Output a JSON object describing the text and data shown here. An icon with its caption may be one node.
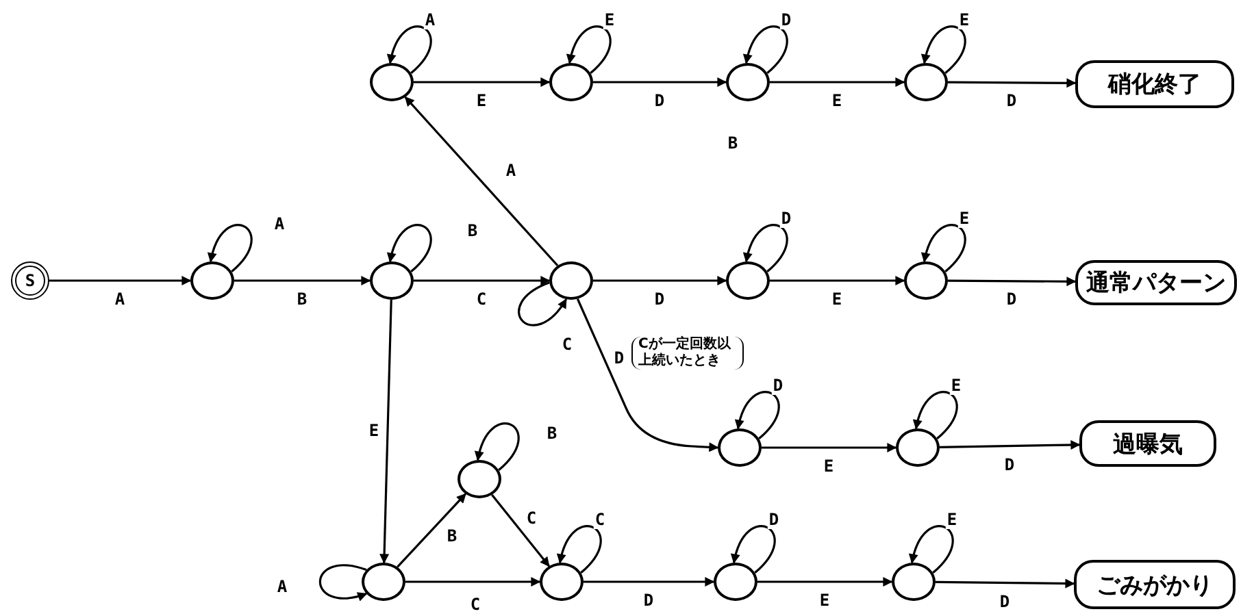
{
  "diagram": {
    "nodes": [
      {
        "text": [
          "S"
        ]
      },
      {
        "text": [],
        "shape": "circle"
      },
      {
        "text": [],
        "shape": "circle"
      },
      {
        "text": [],
        "shape": "circle"
      },
      {
        "text": [],
        "shape": "circle"
      },
      {
        "text": [],
        "shape": "circle"
      },
      {
        "text": [],
        "shape": "circle"
      },
      {
        "text": [],
        "shape": "circle"
      },
      {
        "text": [
          "硝化終了"
        ]
      },
      {
        "text": [],
        "shape": "circle"
      },
      {
        "text": [],
        "shape": "circle"
      },
      {
        "text": [
          "通常パターン"
        ]
      },
      {
        "text": [],
        "shape": "circle"
      },
      {
        "text": [],
        "shape": "circle"
      },
      {
        "text": [
          "過曝気"
        ]
      },
      {
        "text": [],
        "shape": "circle"
      },
      {
        "text": [],
        "shape": "circle"
      },
      {
        "text": [],
        "shape": "circle"
      },
      {
        "text": [],
        "shape": "circle"
      },
      {
        "text": [],
        "shape": "circle"
      },
      {
        "text": [
          "ごみがかり"
        ]
      }
    ],
    "edges": [
      {
        "from": 0,
        "to": 1,
        "arrow": "to",
        "label": "A"
      },
      {
        "from": 1,
        "to": 1,
        "arrow": "to",
        "label": "A"
      },
      {
        "from": 1,
        "to": 2,
        "arrow": "to",
        "label": "B"
      },
      {
        "from": 2,
        "to": 2,
        "arrow": "to",
        "label": "B"
      },
      {
        "from": 2,
        "to": 3,
        "arrow": "to",
        "label": "C"
      },
      {
        "from": 3,
        "to": 3,
        "arrow": "to",
        "label": "C"
      },
      {
        "from": 3,
        "to": 4,
        "arrow": "to",
        "label": "A"
      },
      {
        "from": 4,
        "to": 4,
        "arrow": "to",
        "label": "A"
      },
      {
        "from": 4,
        "to": 5,
        "arrow": "to",
        "label": "E"
      },
      {
        "from": 5,
        "to": 5,
        "arrow": "to",
        "label": "E"
      },
      {
        "from": 5,
        "to": 6,
        "arrow": "to",
        "label": "D"
      },
      {
        "from": 6,
        "to": 6,
        "arrow": "to",
        "label": "D"
      },
      {
        "from": 6,
        "to": 7,
        "arrow": "to",
        "label": "E"
      },
      {
        "from": 7,
        "to": 7,
        "arrow": "to",
        "label": "E"
      },
      {
        "from": 7,
        "to": 8,
        "arrow": "to",
        "label": "D"
      },
      {
        "from": 3,
        "to": 9,
        "arrow": "to",
        "label": "D"
      },
      {
        "from": 9,
        "to": 9,
        "arrow": "to",
        "label": "D"
      },
      {
        "from": 9,
        "to": 10,
        "arrow": "to",
        "label": "E"
      },
      {
        "from": 10,
        "to": 10,
        "arrow": "to",
        "label": "E"
      },
      {
        "from": 10,
        "to": 11,
        "arrow": "to",
        "label": "D"
      },
      {
        "from": 3,
        "to": 12,
        "arrow": "to",
        "label": "D"
      },
      {
        "from": 12,
        "to": 12,
        "arrow": "to",
        "label": "D"
      },
      {
        "from": 12,
        "to": 13,
        "arrow": "to",
        "label": "E"
      },
      {
        "from": 13,
        "to": 13,
        "arrow": "to",
        "label": "E"
      },
      {
        "from": 13,
        "to": 14,
        "arrow": "to",
        "label": "D"
      },
      {
        "from": 2,
        "to": 15,
        "arrow": "to",
        "label": "E"
      },
      {
        "from": 15,
        "to": 15,
        "arrow": "to",
        "label": "A"
      },
      {
        "from": 15,
        "to": 16,
        "arrow": "to",
        "label": "B"
      },
      {
        "from": 16,
        "to": 16,
        "arrow": "to",
        "label": "B"
      },
      {
        "from": 16,
        "to": 17,
        "arrow": "to",
        "label": "C"
      },
      {
        "from": 15,
        "to": 17,
        "arrow": "to",
        "label": "C"
      },
      {
        "from": 17,
        "to": 17,
        "arrow": "to",
        "label": "C"
      },
      {
        "from": 17,
        "to": 18,
        "arrow": "to",
        "label": "D"
      },
      {
        "from": 18,
        "to": 18,
        "arrow": "to",
        "label": "D"
      },
      {
        "from": 18,
        "to": 19,
        "arrow": "to",
        "label": "E"
      },
      {
        "from": 19,
        "to": 19,
        "arrow": "to",
        "label": "E"
      },
      {
        "from": 19,
        "to": 20,
        "arrow": "to",
        "label": "D"
      }
    ],
    "labels": [
      "B",
      "Cが一定回数以上続いたとき"
    ]
  }
}
